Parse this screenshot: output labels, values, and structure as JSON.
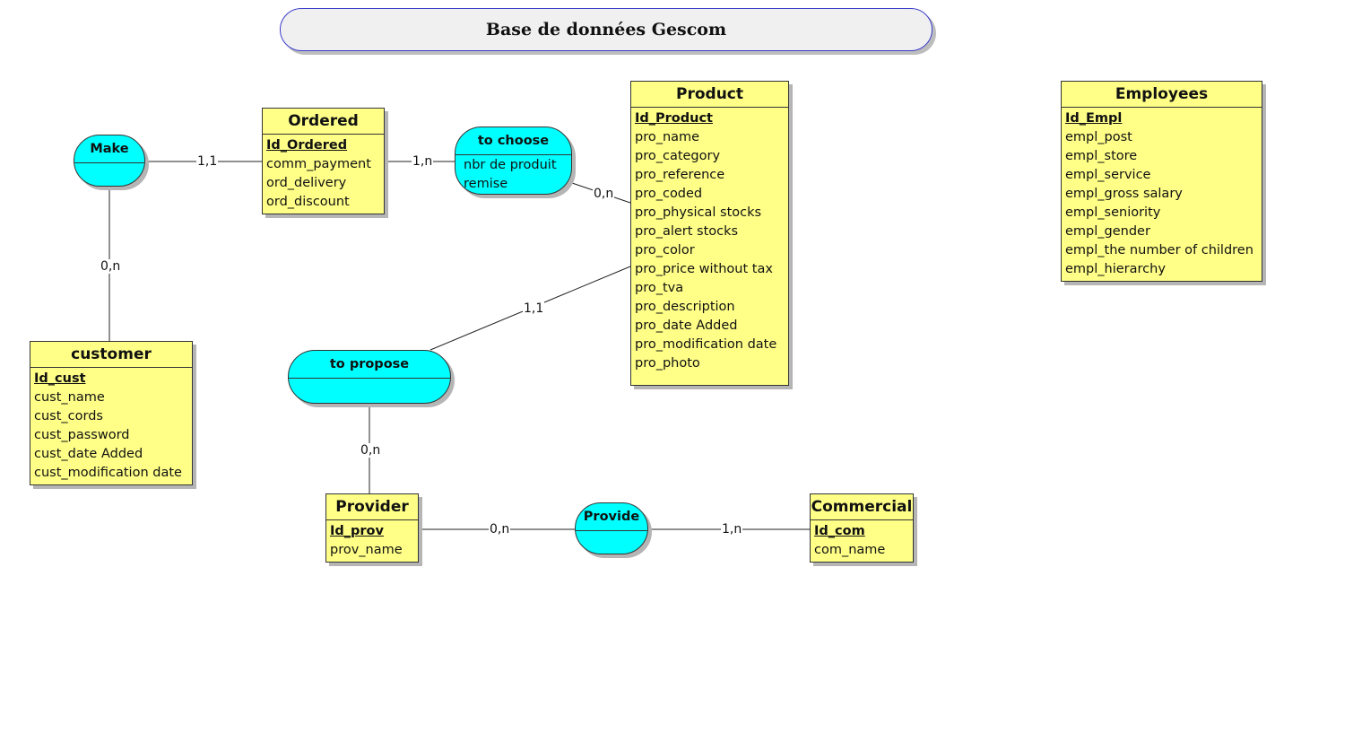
{
  "title": "Base de données Gescom",
  "entities": {
    "ordered": {
      "name": "Ordered",
      "key": "Id_Ordered",
      "attributes": [
        "comm_payment",
        "ord_delivery",
        "ord_discount"
      ]
    },
    "product": {
      "name": "Product",
      "key": "Id_Product",
      "attributes": [
        "pro_name",
        "pro_category",
        "pro_reference",
        "pro_coded",
        "pro_physical stocks",
        "pro_alert stocks",
        "pro_color",
        "pro_price without tax",
        "pro_tva",
        "pro_description",
        "pro_date Added",
        "pro_modification date",
        "pro_photo"
      ]
    },
    "employees": {
      "name": "Employees",
      "key": "Id_Empl",
      "attributes": [
        "empl_post",
        "empl_store",
        "empl_service",
        "empl_gross salary",
        "empl_seniority",
        "empl_gender",
        "empl_the number of children",
        "empl_hierarchy"
      ]
    },
    "customer": {
      "name": "customer",
      "key": "Id_cust",
      "attributes": [
        "cust_name",
        "cust_cords",
        "cust_password",
        "cust_date Added",
        "cust_modification date"
      ]
    },
    "provider": {
      "name": "Provider",
      "key": "Id_prov",
      "attributes": [
        "prov_name"
      ]
    },
    "commercial": {
      "name": "Commercial",
      "key": "Id_com",
      "attributes": [
        "com_name"
      ]
    }
  },
  "associations": {
    "make": {
      "name": "Make",
      "attributes": []
    },
    "to_choose": {
      "name": "to choose",
      "attributes": [
        "nbr de produit",
        "remise"
      ]
    },
    "to_propose": {
      "name": "to propose",
      "attributes": []
    },
    "provide": {
      "name": "Provide",
      "attributes": []
    }
  },
  "cardinalities": {
    "make_ordered": "1,1",
    "make_customer": "0,n",
    "ordered_choose": "1,n",
    "choose_product": "0,n",
    "propose_product": "1,1",
    "propose_provider": "0,n",
    "provider_provide": "0,n",
    "provide_commercial": "1,n"
  },
  "colors": {
    "entity_fill": "#ffff88",
    "association_fill": "#00ffff",
    "title_fill": "#f0f0f0",
    "title_border": "#3b3bcc"
  }
}
